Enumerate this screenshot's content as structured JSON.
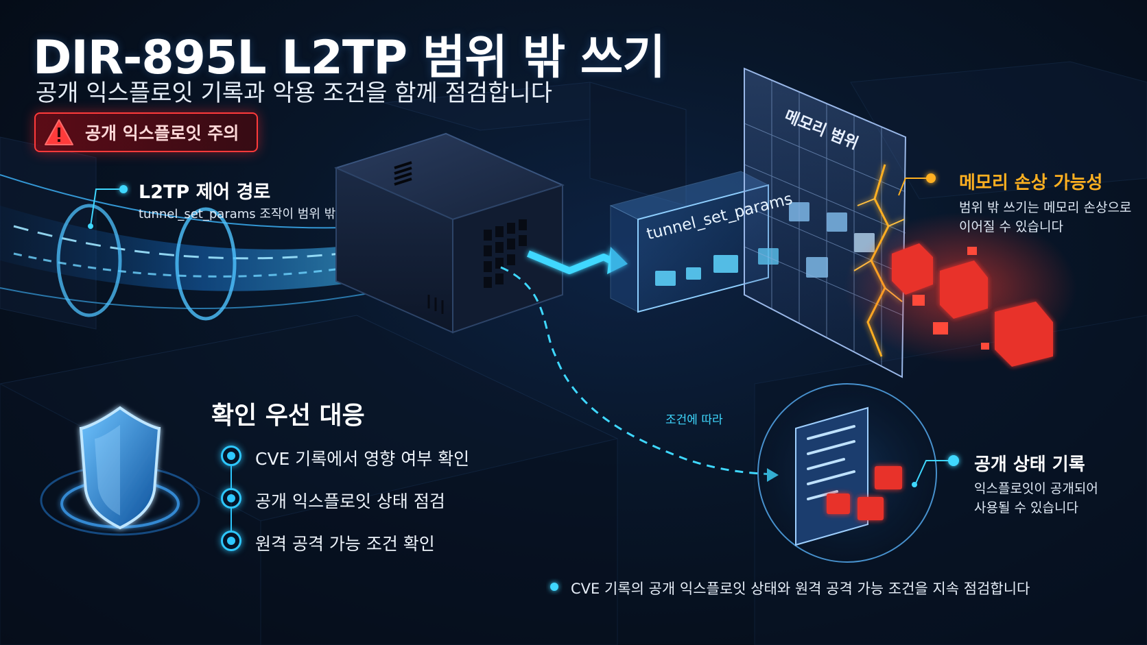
{
  "title": "DIR-895L L2TP 범위 밖 쓰기",
  "subtitle": "공개 익스플로잇 기록과 악용 조건을 함께 점검합니다",
  "warning_badge": {
    "icon": "warning-triangle-icon",
    "label": "공개 익스플로잇 주의"
  },
  "l2tp_path": {
    "title": "L2TP 제어 경로",
    "caption": "tunnel_set_params 조작이 범위 밖"
  },
  "function_box": {
    "label": "tunnel_set_params"
  },
  "memory_wall": {
    "label": "메모리 범위"
  },
  "memory_damage": {
    "title": "메모리 손상 가능성",
    "line1": "범위 밖 쓰기는 메모리 손상으로",
    "line2": "이어질 수 있습니다"
  },
  "condition_label": "조건에 따라",
  "public_status": {
    "title": "공개 상태 기록",
    "line1": "익스플로잇이 공개되어",
    "line2": "사용될 수 있습니다"
  },
  "response": {
    "title": "확인 우선 대응",
    "steps": [
      {
        "label": "CVE 기록에서 영향 여부 확인"
      },
      {
        "label": "공개 익스플로잇 상태 점검"
      },
      {
        "label": "원격 공격 가능 조건 확인"
      }
    ]
  },
  "footer_note": "CVE 기록의 공개 익스플로잇 상태와 원격 공격 가능 조건을 지속 점검합니다",
  "colors": {
    "accent_cyan": "#2ec8ff",
    "alert_red": "#ff3b3b",
    "alert_orange": "#ffb020",
    "background": "#050b16"
  }
}
